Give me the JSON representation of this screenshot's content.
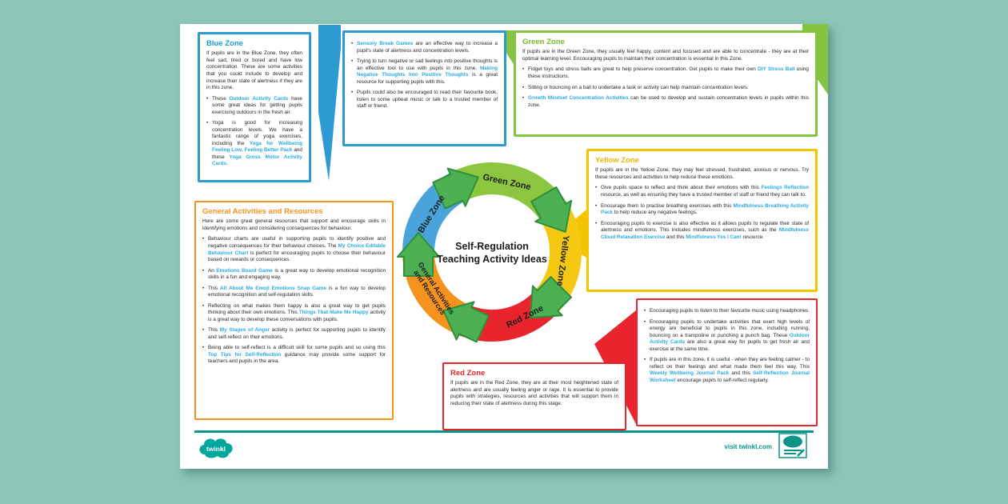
{
  "colors": {
    "background": "#8cc6b8",
    "blue": "#2d9ad2",
    "blue_link": "#29abe2",
    "green": "#85c440",
    "yellow": "#f2c500",
    "red": "#e8252c",
    "orange": "#f6921e",
    "footer_teal": "#0a9489",
    "ring_arrow": "#4db153"
  },
  "ring": {
    "center_title_line1": "Self-Regulation",
    "center_title_line2": "Teaching Activity Ideas",
    "segments": [
      {
        "label": "Green Zone",
        "color": "#8cc63e"
      },
      {
        "label": "Yellow Zone",
        "color": "#f5c913"
      },
      {
        "label": "Red Zone",
        "color": "#e8252c"
      },
      {
        "label": "General Activities",
        "label2": "and Resources",
        "color": "#f6921e"
      },
      {
        "label": "Blue Zone",
        "color": "#4aa4dc"
      }
    ]
  },
  "boxes": {
    "blue": {
      "title": "Blue Zone",
      "intro": "If pupils are in the Blue Zone, they often feel sad, tired or bored and have low concentration. These are some activities that you could include to develop and increase their state of alertness if they are in this zone.",
      "bullets": [
        [
          {
            "t": "These "
          },
          {
            "t": "Outdoor Activity Cards",
            "l": true
          },
          {
            "t": " have some great ideas for getting pupils exercising outdoors in the fresh air."
          }
        ],
        [
          {
            "t": "Yoga is good for increasing concentration levels. We have a fantastic range of yoga exercises, including the "
          },
          {
            "t": "Yoga for Wellbeing Feeling Low, Feeling Better Pack",
            "l": true
          },
          {
            "t": " and these "
          },
          {
            "t": "Yoga Gross Motor Activity Cards",
            "l": true
          },
          {
            "t": "."
          }
        ]
      ]
    },
    "sensory": {
      "bullets": [
        [
          {
            "t": "Sensory Break Games",
            "l": true
          },
          {
            "t": " are an effective way to increase a pupil's state of alertness and concentration levels."
          }
        ],
        [
          {
            "t": "Trying to turn negative or sad feelings into positive thoughts is an effective tool to use with pupils in this zone. "
          },
          {
            "t": "Making Negative Thoughts Into Positive Thoughts",
            "l": true
          },
          {
            "t": " is a great resource for supporting pupils with this."
          }
        ],
        [
          {
            "t": "Pupils could also be encouraged to read their favourite book, listen to some upbeat music or talk to a trusted member of staff or friend."
          }
        ]
      ]
    },
    "green": {
      "title": "Green Zone",
      "intro": "If pupils are in the Green Zone, they usually feel happy, content and focused and are able to concentrate - they are at their optimal learning level. Encouraging pupils to maintain their concentration is essential in this Zone.",
      "bullets": [
        [
          {
            "t": "Fidget toys and stress balls are great to help preserve concentration. Get pupils to make their own "
          },
          {
            "t": "DIY Stress Ball",
            "l": true
          },
          {
            "t": " using these instructions."
          }
        ],
        [
          {
            "t": "Sitting or bouncing on a ball to undertake a task or activity can help maintain concentration levels."
          }
        ],
        [
          {
            "t": "Growth Mindset Concentration Activities",
            "l": true
          },
          {
            "t": " can be used to develop and sustain concentration levels in pupils within this zone."
          }
        ]
      ]
    },
    "yellow": {
      "title": "Yellow Zone",
      "intro": "If pupils are in the Yellow Zone, they may feel stressed, frustrated, anxious or nervous. Try these resources and activities to help reduce these emotions.",
      "bullets": [
        [
          {
            "t": "Give pupils space to reflect and think about their emotions with this "
          },
          {
            "t": "Feelings Reflection",
            "l": true
          },
          {
            "t": " resource, as well as ensuring they have a trusted member of staff or friend they can talk to."
          }
        ],
        [
          {
            "t": "Encourage them to practise breathing exercises with this "
          },
          {
            "t": "Mindfulness Breathing Activity Pack",
            "l": true
          },
          {
            "t": " to help reduce any negative feelings."
          }
        ],
        [
          {
            "t": "Encouraging pupils to exercise is also effective as it allows pupils to regulate their state of alertness and emotions. This includes mindfulness exercises, such as the "
          },
          {
            "t": "Mindfulness Cloud Relaxation Exercise",
            "l": true
          },
          {
            "t": " and this "
          },
          {
            "t": "Mindfulness Yes I Can!",
            "l": true
          },
          {
            "t": " resource."
          }
        ]
      ]
    },
    "red_bullets": {
      "bullets": [
        [
          {
            "t": "Encouraging pupils to listen to their favourite music using headphones."
          }
        ],
        [
          {
            "t": "Encouraging pupils to undertake activities that exert high levels of energy are beneficial to pupils in this zone, including running, bouncing on a trampoline or punching a punch bag. These "
          },
          {
            "t": "Outdoor Activity Cards",
            "l": true
          },
          {
            "t": " are also a great way for pupils to get fresh air and exercise at the same time."
          }
        ],
        [
          {
            "t": "If pupils are in this zone, it is useful - when they are feeling calmer - to reflect on their feelings and what made them feel this way. This "
          },
          {
            "t": "Weekly Wellbeing Journal Pack",
            "l": true
          },
          {
            "t": " and this "
          },
          {
            "t": "Self-Reflection Journal Worksheet",
            "l": true
          },
          {
            "t": " encourage pupils to self-reflect regularly."
          }
        ]
      ]
    },
    "red_main": {
      "title": "Red Zone",
      "intro": "If pupils are in the Red Zone, they are at their most heightened state of alertness and are usually feeling anger or rage. It is essential to provide pupils with strategies, resources and activities that will support them in reducing their state of alertness during this stage."
    },
    "general": {
      "title": "General Activities and Resources",
      "intro": "Here are some great general resources that support and encourage skills in identifying emotions and considering consequences for behaviour.",
      "bullets": [
        [
          {
            "t": "Behaviour charts are useful in supporting pupils to identify positive and negative consequences for their behaviour choices. The "
          },
          {
            "t": "My Choice Editable Behaviour Chart",
            "l": true
          },
          {
            "t": " is perfect for encouraging pupils to choose their behaviour based on rewards or consequences."
          }
        ],
        [
          {
            "t": "An "
          },
          {
            "t": "Emotions Board Game",
            "l": true
          },
          {
            "t": " is a great way to develop emotional recognition skills in a fun and engaging way."
          }
        ],
        [
          {
            "t": "This "
          },
          {
            "t": "All About Me Emoji Emotions Snap Game",
            "l": true
          },
          {
            "t": " is a fun way to develop emotional recognition and self-regulation skills."
          }
        ],
        [
          {
            "t": "Reflecting on what makes them happy is also a great way to get pupils thinking about their own emotions. This "
          },
          {
            "t": "Things That Make Me Happy",
            "l": true
          },
          {
            "t": " activity is a great way to develop these conversations with pupils."
          }
        ],
        [
          {
            "t": "This "
          },
          {
            "t": "My Stages of Anger",
            "l": true
          },
          {
            "t": " activity is perfect for supporting pupils to identify and self-reflect on their emotions."
          }
        ],
        [
          {
            "t": "Being able to self-reflect is a difficult skill for some pupils and so using this "
          },
          {
            "t": "Top Tips for Self-Reflection",
            "l": true
          },
          {
            "t": " guidance may provide some support for teachers and pupils in the area."
          }
        ]
      ]
    }
  },
  "footer": {
    "logo_text": "twinkl",
    "visit_text": "visit twinkl.com"
  }
}
